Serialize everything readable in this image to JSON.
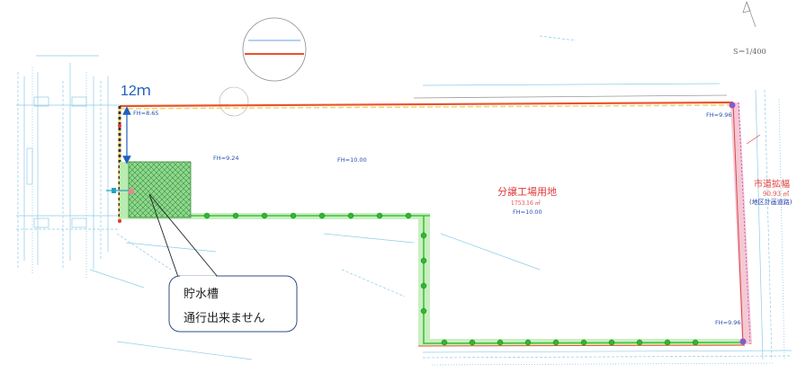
{
  "drawing": {
    "scale": "S＝1/400",
    "dimension_label": "12ｍ"
  },
  "levels": {
    "fh_left": "FH=8.65",
    "fh_mid_left": "FH=9.24",
    "fh_mid": "FH=10.00",
    "fh_top_right": "FH=9.96",
    "fh_bottom_right": "FH=9.96"
  },
  "lot": {
    "name": "分譲工場用地",
    "area": "1753.16 ㎡",
    "fh": "FH=10.00"
  },
  "road": {
    "title": "市道拡幅",
    "area": "90.93 ㎡",
    "note": "(地区計画道路)"
  },
  "callout": {
    "line1": "貯水槽",
    "line2": "通行出来ません"
  },
  "colors": {
    "boundary_top": "#e8542a",
    "boundary_green": "#3cc43c",
    "tank_fill": "#8fd98f",
    "road_strip": "#f4c9d4",
    "dimension": "#1f5fbf",
    "lot_text": "#e03a3a"
  }
}
